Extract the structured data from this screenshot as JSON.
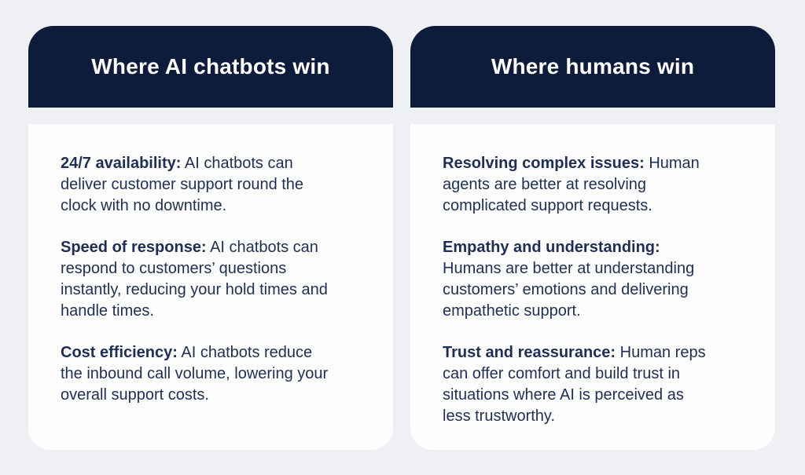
{
  "graphic": {
    "background_color": "#eef0f3",
    "header_bg_color": "#0e1c3c",
    "header_text_color": "#ffffff",
    "card_bg_color": "#fdfdfe",
    "body_text_color": "#1f2e55"
  },
  "columns": [
    {
      "title": "Where AI chatbots win",
      "items": [
        {
          "label": "24/7 availability:",
          "text": "AI chatbots can deliver customer support round the clock with no downtime."
        },
        {
          "label": "Speed of response:",
          "text": "AI chatbots can respond to customers’ questions instantly, reducing your hold times and handle times."
        },
        {
          "label": "Cost efficiency:",
          "text": "AI chatbots reduce the inbound call volume, lowering your overall support costs."
        }
      ]
    },
    {
      "title": "Where humans win",
      "items": [
        {
          "label": "Resolving complex issues:",
          "text": "Human agents are better at resolving complicated support requests."
        },
        {
          "label": "Empathy and understanding:",
          "text": "Humans are better at understanding customers’ emotions and delivering empathetic support."
        },
        {
          "label": "Trust and reassurance:",
          "text": "Human reps can offer comfort and build trust in situations where AI is perceived as less trustworthy."
        }
      ]
    }
  ]
}
